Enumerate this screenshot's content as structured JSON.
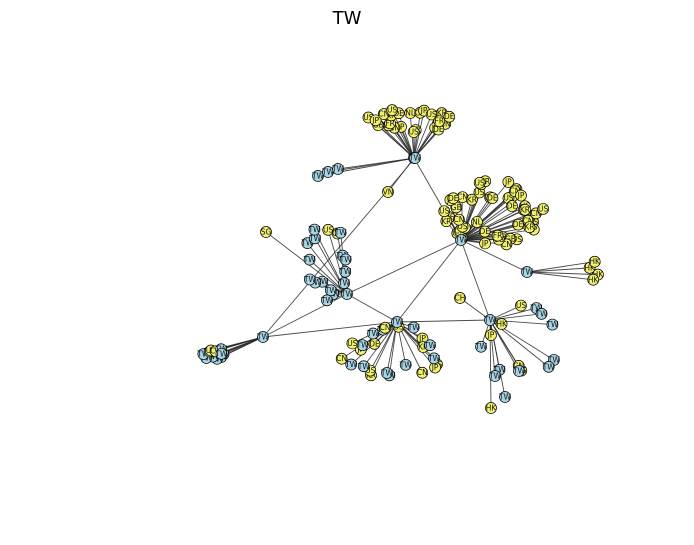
{
  "title": "TW",
  "colors": {
    "tw_node": "#a6d4e4",
    "other_node": "#f0f06a",
    "edge": "#2b2b2b"
  },
  "graph": {
    "hubs": [
      {
        "id": "h1",
        "label": "TW",
        "type": "tw"
      },
      {
        "id": "h2",
        "label": "TW",
        "type": "tw"
      },
      {
        "id": "h3",
        "label": "TW",
        "type": "tw"
      },
      {
        "id": "h4",
        "label": "TW",
        "type": "tw"
      },
      {
        "id": "h5",
        "label": "TW",
        "type": "tw"
      },
      {
        "id": "h6",
        "label": "TW",
        "type": "tw"
      },
      {
        "id": "h7",
        "label": "TW",
        "type": "tw"
      },
      {
        "id": "h8",
        "label": "TW",
        "type": "tw"
      }
    ],
    "clusters": [
      {
        "hub": "h1",
        "labels": [
          "CN",
          "US",
          "JP",
          "DE",
          "KR",
          "US",
          "JP",
          "CN",
          "DE",
          "GB",
          "FR",
          "US",
          "JP",
          "KR",
          "CN",
          "DE",
          "US",
          "NL",
          "CN",
          "JP",
          "US",
          "KR",
          "DE",
          "FR"
        ]
      },
      {
        "hub": "h2",
        "labels": [
          "US",
          "JP",
          "CN",
          "DE",
          "KR",
          "US",
          "JP",
          "GB",
          "CN",
          "US",
          "FR",
          "DE",
          "JP",
          "KR",
          "US",
          "CN",
          "NL",
          "JP",
          "US",
          "DE",
          "KR",
          "CN",
          "GB",
          "US",
          "JP",
          "CN",
          "DE",
          "US",
          "KR",
          "JP",
          "FR",
          "US",
          "CN",
          "DE",
          "JP",
          "KR",
          "US",
          "GB",
          "CN",
          "JP",
          "US",
          "DE",
          "NL",
          "KR",
          "CN",
          "US"
        ]
      },
      {
        "hub": "h3",
        "labels": [
          "TW",
          "TW",
          "TW",
          "TW",
          "TW",
          "TW",
          "TW",
          "TW",
          "TW",
          "TW",
          "TW",
          "TW",
          "US",
          "CN",
          "TW",
          "TW",
          "TW"
        ]
      },
      {
        "hub": "h4",
        "labels": [
          "US",
          "JP",
          "CN",
          "TW",
          "TW",
          "TW",
          "KR",
          "US",
          "TW",
          "TW",
          "CN",
          "JP",
          "TW",
          "US",
          "DE",
          "TW",
          "TW",
          "CN",
          "US",
          "TW",
          "JP",
          "KR",
          "TW",
          "TW"
        ]
      },
      {
        "hub": "h5",
        "labels": [
          "TW",
          "TW",
          "TW",
          "TW",
          "TW",
          "TW",
          "TW",
          "US",
          "CN",
          "TW",
          "TW"
        ]
      },
      {
        "hub": "h6",
        "labels": [
          "HK",
          "HK",
          "HK",
          "HK"
        ]
      },
      {
        "hub": "h8",
        "labels": [
          "TW",
          "TW",
          "US",
          "CN",
          "TW",
          "TW",
          "JP",
          "HK",
          "US",
          "TW",
          "TW",
          "TW"
        ]
      }
    ],
    "hub_links": [
      [
        "h1",
        "h2"
      ],
      [
        "h2",
        "h3"
      ],
      [
        "h2",
        "h4"
      ],
      [
        "h3",
        "h4"
      ],
      [
        "h2",
        "h6"
      ],
      [
        "h4",
        "h5"
      ],
      [
        "h5",
        "h7"
      ],
      [
        "h4",
        "h8"
      ],
      [
        "h2",
        "h8"
      ],
      [
        "h3",
        "h5"
      ]
    ],
    "extras": [
      {
        "label": "TW",
        "type": "tw",
        "attach": "h7"
      },
      {
        "label": "TW",
        "type": "tw",
        "attach": "h7"
      },
      {
        "label": "TW",
        "type": "tw",
        "attach": "h7"
      },
      {
        "label": "SG",
        "type": "other",
        "attach": "h3"
      },
      {
        "label": "VN",
        "type": "other",
        "attach": "h1"
      },
      {
        "label": "CH",
        "type": "other",
        "attach": "h8"
      },
      {
        "label": "HK",
        "type": "other",
        "attach": "h8"
      },
      {
        "label": "TW",
        "type": "tw",
        "attach": "h8"
      },
      {
        "label": "TW",
        "type": "tw",
        "attach": "h8"
      },
      {
        "label": "TW",
        "type": "tw",
        "attach": "h8"
      }
    ]
  }
}
